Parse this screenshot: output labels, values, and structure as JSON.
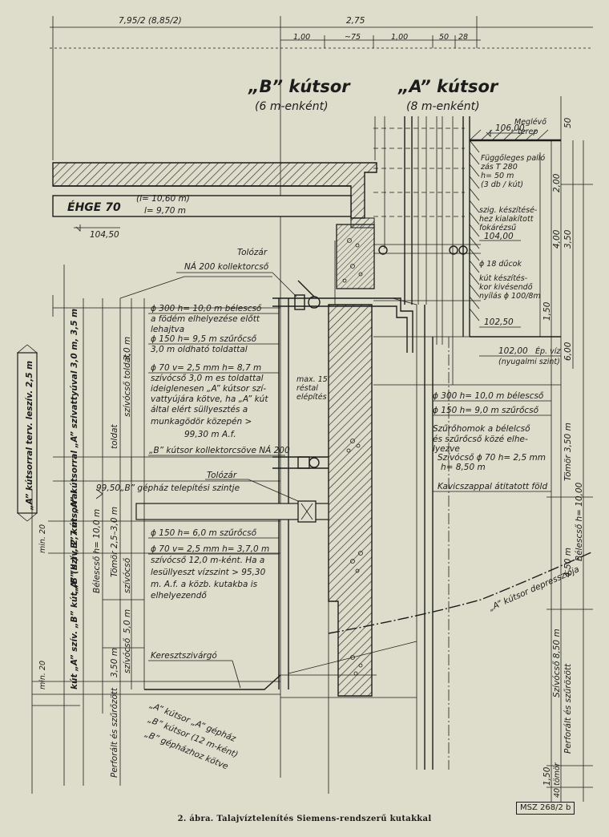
{
  "caption": "2. ábra. Talajvíztelenítés Siemens-rendszerű kutakkal",
  "doc_id": "MSZ 268/2 b",
  "top_dims": {
    "d1": "7,95/2 (8,85/2)",
    "d2": "2,75",
    "s1": "1,00",
    "s2": "~75",
    "s3": "1,00",
    "s4": "50",
    "s5": "28"
  },
  "titles": {
    "b_row": "„B” kútsor",
    "b_row_sub": "(6 m-enként)",
    "a_row": "„A” kútsor",
    "a_row_sub": "(8 m-enként)"
  },
  "levels": {
    "terrain_value": "106,00",
    "terrain_label_1": "Meglévő",
    "terrain_label_2": "terep",
    "l10450": "104,50",
    "l10400": "104,00",
    "l10250": "102,50",
    "l10200": "102,00",
    "gw_label_1": "Ép. víz",
    "gw_label_2": "(nyugalmi szint)",
    "l9950": "99,50"
  },
  "labels": {
    "ehge": "ÉHGE 70",
    "ehge_l1": "(l= 10,60 m)",
    "ehge_l2": "l= 9,70 m",
    "sheet_pile_1": "Függőleges palló",
    "sheet_pile_2": "zás T 280",
    "sheet_pile_3": "h= 50 m",
    "sheet_pile_4": "(3 db / kút)",
    "formwork_1": "szig. készítésé-",
    "formwork_2": "hez kialakított",
    "formwork_3": "fokárézsű",
    "tolozar_top": "Tolózár",
    "collector": "NÁ 200 kollektorcső",
    "dowel": "ϕ 18 dűcok",
    "well_hole_1": "kút készítés-",
    "well_hole_2": "kor kivésendő",
    "well_hole_3": "nyílás ϕ 100/8m",
    "b_casing_1": "ϕ 300  h= 10,0 m bélescső",
    "b_casing_2": "a födém elhelyezése előtt",
    "b_casing_3": "lehajtva",
    "b_filter_1": "ϕ 150  h= 9,5 m szűrőcső",
    "b_filter_2": "3,0 m oldható toldattal",
    "b_suction_1": "ϕ 70  v= 2,5 mm  h= 8,7 m",
    "b_suction_2": "szívócső 3,0 m es toldattal",
    "b_suction_3": "ideiglenesen „A” kútsor szí-",
    "b_suction_4": "vattyújára kötve, ha „A” kút",
    "b_suction_5": "által elért süllyesztés a",
    "b_suction_6": "munkagödör közepén >",
    "b_suction_7": "99,30 m A.f.",
    "b_collector": "„B” kútsor kollektorcsöve NÁ 200",
    "max15_1": "max. 15",
    "max15_2": "réstal",
    "max15_3": "elépítés",
    "tolozar_mid": "Tolózár",
    "b_pump_house": "„B” gépház telepítési szintje",
    "b2_filter": "ϕ 150  h= 6,0 m szűrőcső",
    "b2_suction_1": "ϕ 70  v= 2,5 mm  h= 3,7,0 m",
    "b2_suction_2": "szívócső 12,0 m-ként. Ha a",
    "b2_suction_3": "lesüllyeszt vízszint > 95,30",
    "b2_suction_4": "m. A.f. a közb. kutakba is",
    "b2_suction_5": "elhelyezendő",
    "cross_channel": "Keresztszivárgó",
    "a_casing": "ϕ 300  h= 10,0 m bélescső",
    "a_filter": "ϕ 150  h= 9,0 m szűrőcső",
    "a_sand_1": "Szűrőhomok a bélelcső",
    "a_sand_2": "és szűrőcső közé elhe-",
    "a_sand_3": "lyezve",
    "a_suction_1": "Szívócső ϕ 70  h= 2,5 mm",
    "a_suction_2": "h= 8,50 m",
    "gravel_fill": "Kavicszappal átitatott föld",
    "depression": "„A” kútsor depressziója",
    "conn_1": "„A” kútsor „A” gépház",
    "conn_2": "„B” kútsor (12 m-ként)",
    "conn_3": "„B” gépházhoz kötve"
  },
  "vert_labels": {
    "left_box": "„A” kútsorral terv. leszív. 2,5 m",
    "v1": "„A” kútsorral „A” szivattyúval 3,0 m, 3,5 m",
    "v2": "„A” (II.) „B” kútsorral",
    "v3": "kút „A” szív. „B” kút „B” szív. 2,7 m",
    "toldat": "toldat",
    "szivocso_toldat": "szívócső toldat",
    "toldat_30": "3,0 m",
    "belescso_b": "Bélescső  h= 10,0 m",
    "tomor_b": "Tömör 2,5–3,0 m",
    "szivocso_b": "szívócső",
    "b50": "5,0 m",
    "b350": "3,50 m",
    "min20a": "min. 20",
    "min20b": "min. 20",
    "perf_b": "Perforált és szűrőzött",
    "a_200": "2,00",
    "a_400": "4,00",
    "a_150": "1,50",
    "a_350": "3,50",
    "a_600": "6,00",
    "tomor_a": "Tömör  3,50 m",
    "belescso_a": "Bélescső  h= 10,00",
    "a_450": "4,50 m",
    "szivocso_a": "Szívócső  8,50 m",
    "perf_a": "Perforált és szűrözött",
    "a_150b": "1,50",
    "a_40": "40 tömör"
  },
  "colors": {
    "paper": "#dedcca",
    "ink": "#1c1c1c",
    "hatch": "#2a2a2a"
  }
}
